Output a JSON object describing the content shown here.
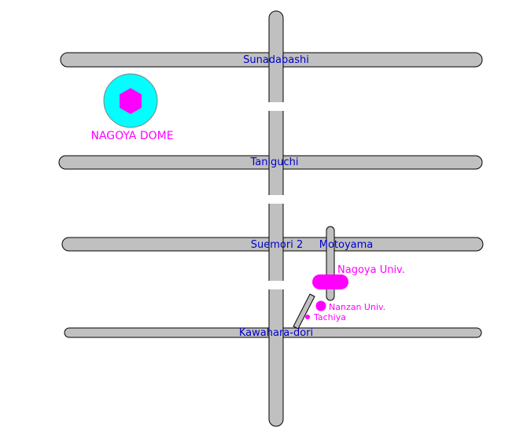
{
  "map": {
    "roads": {
      "sunadabashi": "Sunadabashi",
      "taniguchi": "Taniguchi",
      "suemori": "Suemori 2",
      "motoyama": "Motoyama",
      "kawahara": "Kawahara-dori"
    },
    "places": {
      "nagoya_dome": "NAGOYA DOME",
      "nagoya_univ": "Nagoya Univ.",
      "nanzan_univ": "Nanzan Univ.",
      "tachiya": "Tachiya"
    },
    "colors": {
      "road_fill": "#c0c0c0",
      "road_label": "#0000cc",
      "poi": "#ff00ff",
      "dome_outer": "#00ffff"
    }
  }
}
